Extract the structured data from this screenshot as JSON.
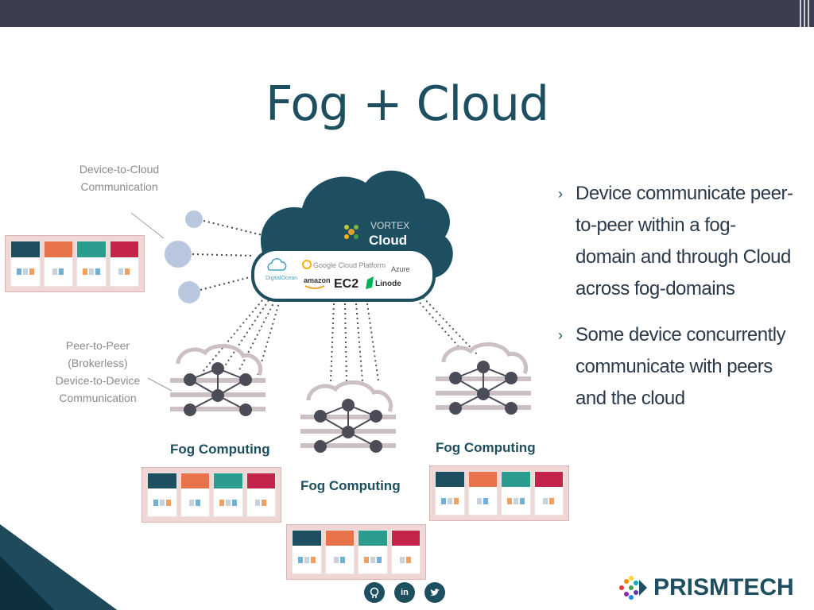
{
  "slide": {
    "title": "Fog + Cloud",
    "annotations": {
      "device_to_cloud": [
        "Device-to-Cloud",
        "Communication"
      ],
      "peer_to_peer": [
        "Peer-to-Peer",
        "(Brokerless)",
        "Device-to-Device",
        "Communication"
      ]
    },
    "cloud": {
      "vortex_top": "VORTEX",
      "vortex_bottom": "Cloud",
      "providers": [
        "DigitalOcean",
        "Google Cloud Platform",
        "Azure",
        "amazon",
        "EC2",
        "Linode"
      ]
    },
    "fog_labels": [
      "Fog Computing",
      "Fog Computing",
      "Fog Computing"
    ],
    "bullets": [
      "Device communicate peer-to-peer within a fog-domain and through Cloud across fog-domains",
      "Some device concurrently communicate with peers and the cloud"
    ],
    "brand": {
      "name": "PRISMTECH"
    },
    "social": {
      "icons": [
        "github-icon",
        "linkedin-icon",
        "twitter-icon"
      ],
      "linkedin_label": "in"
    },
    "colors": {
      "topbar": "#3b3d4f",
      "primary": "#1d4f61",
      "fog_node": "#4c4c58",
      "fog_lines": "#ccc0c4",
      "panel_bg": "#f1d6d6",
      "endpoint": "#b9c8de",
      "tile_headers": [
        "#1d4f61",
        "#e8734a",
        "#2a9d8f",
        "#c4234a"
      ]
    }
  }
}
